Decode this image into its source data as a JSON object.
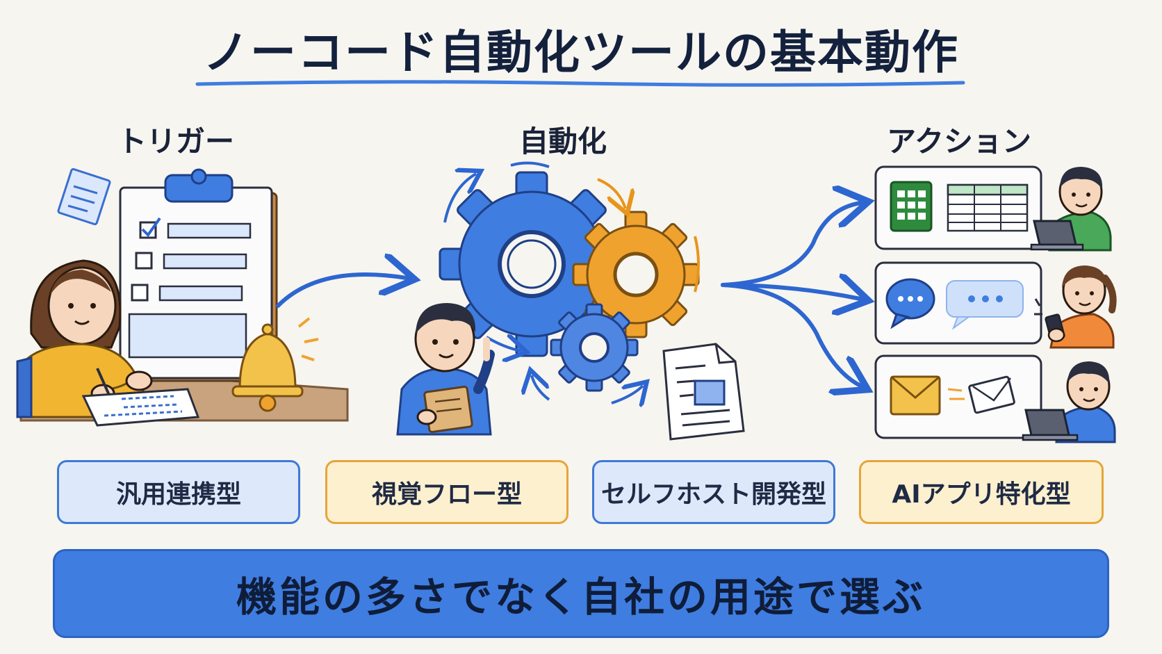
{
  "title": "ノーコード自動化ツールの基本動作",
  "stages": {
    "trigger": "トリガー",
    "automation": "自動化",
    "action": "アクション"
  },
  "categories": [
    {
      "label": "汎用連携型"
    },
    {
      "label": "視覚フロー型"
    },
    {
      "label": "セルフホスト開発型"
    },
    {
      "label": "AIアプリ特化型"
    }
  ],
  "banner": "機能の多さでなく自社の用途で選ぶ",
  "colors": {
    "blue": "#3f7de0",
    "orange": "#f0a22e",
    "green": "#2e8b3e",
    "yellow": "#f3c24a",
    "light_blue": "#dde9fb",
    "light_yellow": "#fdf0cf"
  },
  "icons": [
    "clipboard-icon",
    "bell-icon",
    "gear-icon",
    "document-icon",
    "spreadsheet-icon",
    "chat-icon",
    "envelope-icon",
    "laptop-icon",
    "smartphone-icon"
  ]
}
